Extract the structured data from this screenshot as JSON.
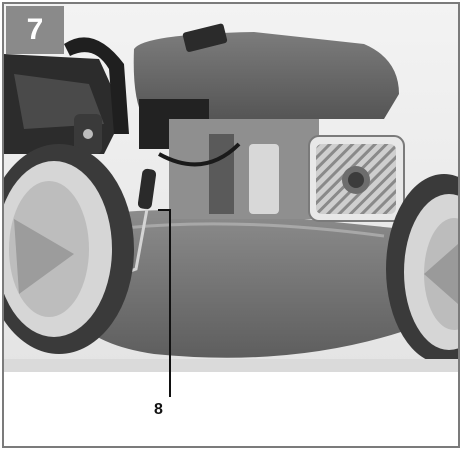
{
  "figure": {
    "number": "7"
  },
  "callout": {
    "label": "8"
  },
  "colors": {
    "background": "#ffffff",
    "frame": "#7b7b7b",
    "badge": "#8a8a8a",
    "deck": "#7a7a7a",
    "engine": "#6a6a6a",
    "wheel_tire": "#3a3a3a",
    "wheel_hub": "#d6d6d6"
  },
  "icons": [
    "lawn-mower-photo",
    "engine-icon",
    "wheel-icon",
    "lever-icon"
  ]
}
